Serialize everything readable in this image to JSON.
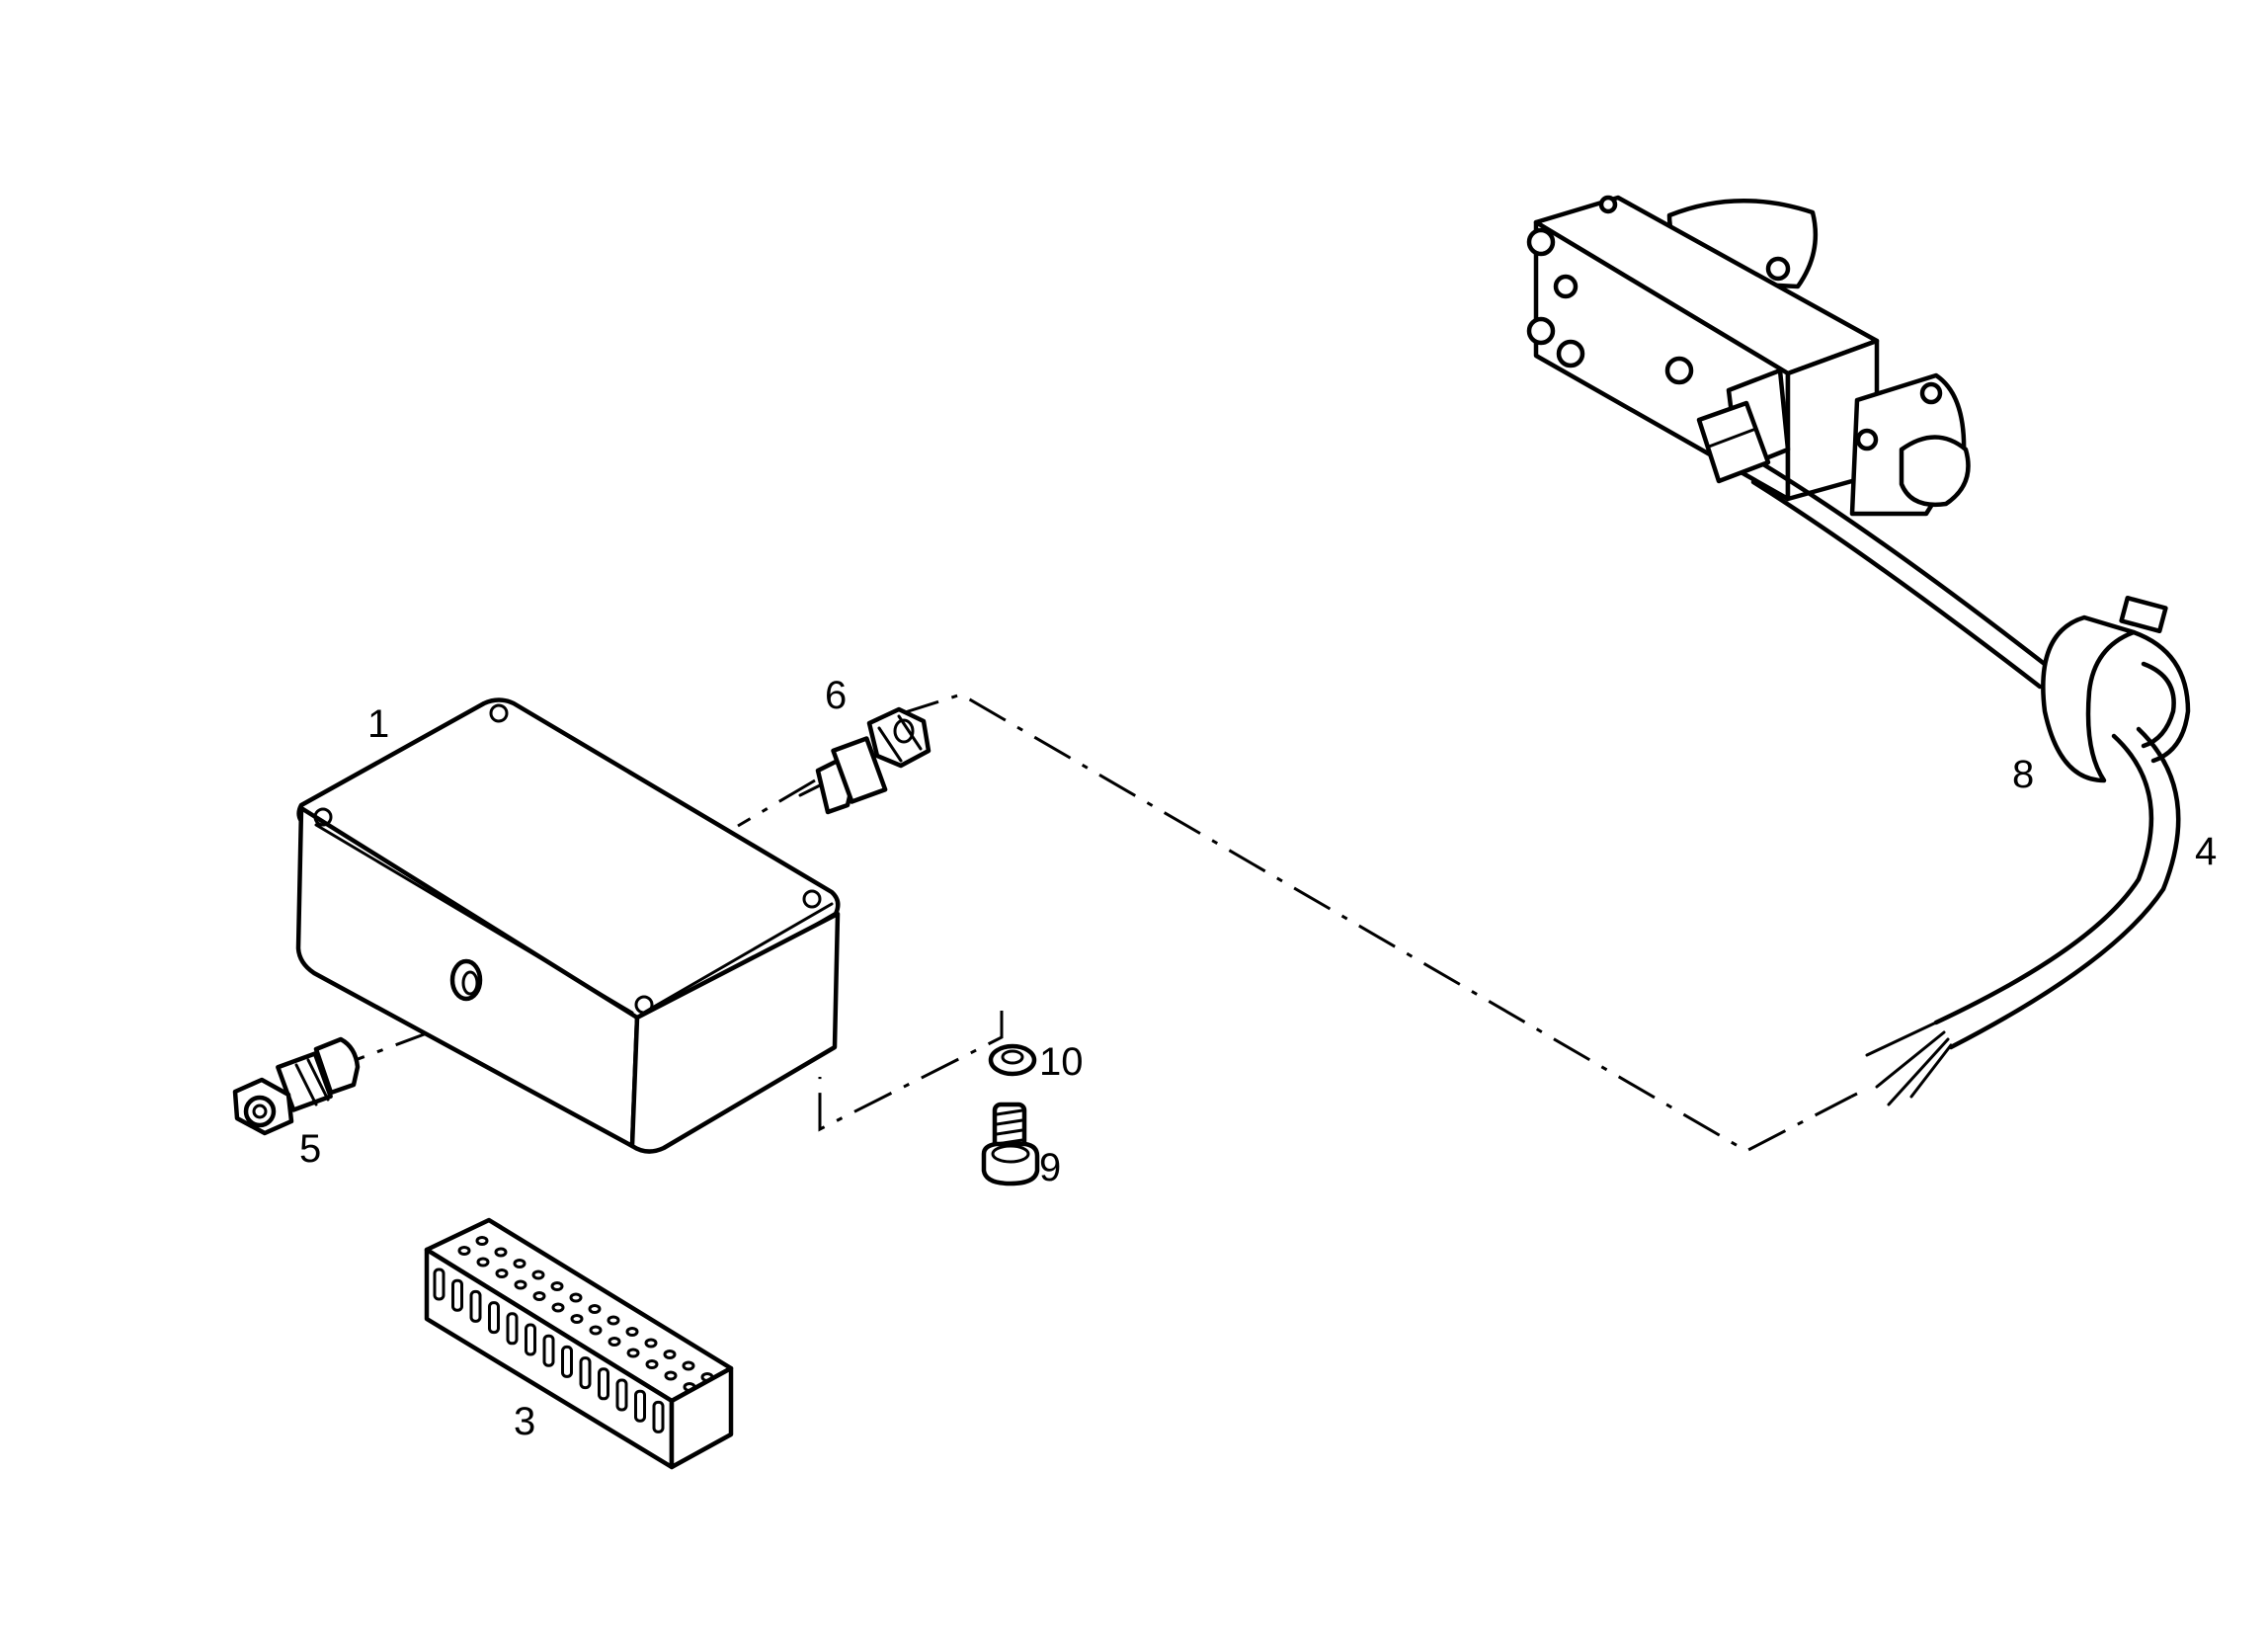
{
  "diagram": {
    "callouts": [
      {
        "id": "1",
        "text": "1"
      },
      {
        "id": "3",
        "text": "3"
      },
      {
        "id": "4",
        "text": "4"
      },
      {
        "id": "5",
        "text": "5"
      },
      {
        "id": "6",
        "text": "6"
      },
      {
        "id": "8",
        "text": "8"
      },
      {
        "id": "9",
        "text": "9"
      },
      {
        "id": "10",
        "text": "10"
      }
    ]
  }
}
